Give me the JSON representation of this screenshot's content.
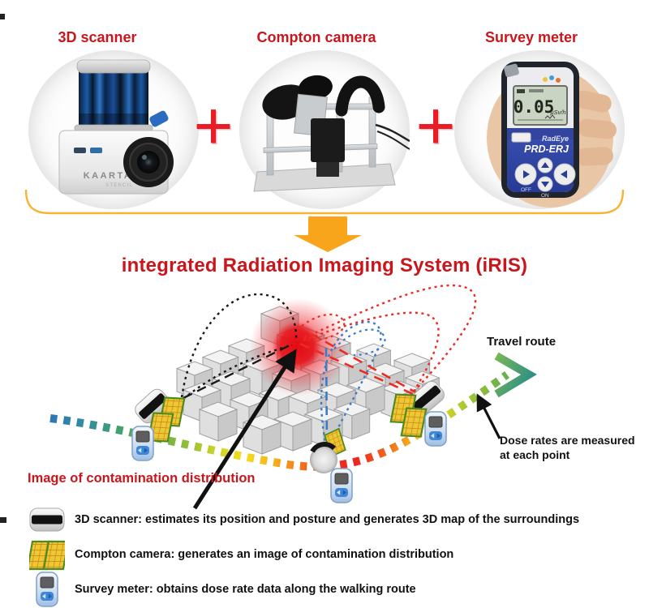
{
  "title": "integrated Radiation Imaging System (iRIS)",
  "plus_symbol": "+",
  "colors": {
    "accent_red": "#C9161D",
    "plus_red": "#EC1C24",
    "brace_yellow": "#F9B233",
    "arrow_orange": "#F9A51B",
    "contamination_red": "#ED1C24",
    "route_arrow_teal": "#2E8F85"
  },
  "devices": {
    "scanner": {
      "label": "3D scanner",
      "brand": "KAARTA",
      "model": "STENCIL"
    },
    "compton": {
      "label": "Compton camera"
    },
    "survey": {
      "label": "Survey meter",
      "display_value": "0.05",
      "display_unit": "μSv/h",
      "brand": "RadEye",
      "model": "PRD-ERJ",
      "off_label": "OFF",
      "on_label": "ON"
    }
  },
  "diagram": {
    "travel_route_label": "Travel route",
    "dose_note_line1": "Dose rates are measured",
    "dose_note_line2": "at each point",
    "contamination_label": "Image of contamination distribution"
  },
  "legend": {
    "items": [
      {
        "icon": "scanner-disc-icon",
        "text": "3D scanner: estimates its position and posture and generates 3D map of the surroundings"
      },
      {
        "icon": "compton-panel-icon",
        "text": "Compton camera: generates an image of contamination distribution"
      },
      {
        "icon": "survey-meter-icon",
        "text": "Survey meter: obtains dose rate data along the walking route"
      }
    ]
  }
}
